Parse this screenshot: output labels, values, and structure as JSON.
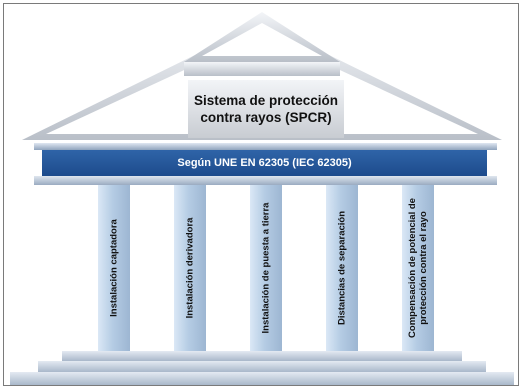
{
  "pediment": {
    "title_line1": "Sistema de protección",
    "title_line2": "contra rayos (SPCR)"
  },
  "band": {
    "label": "Según UNE EN 62305 (IEC 62305)"
  },
  "columns": [
    {
      "label": "Instalación captadora"
    },
    {
      "label": "Instalación derivadora"
    },
    {
      "label": "Instalación de puesta a tierra"
    },
    {
      "label": "Distancias de separación"
    },
    {
      "label_line1": "Compensación de potencial de",
      "label_line2": "protección contra el rayo"
    }
  ],
  "colors": {
    "band": "#1d4b8c",
    "column": "#b5cce4",
    "roof": "#c8ccd2"
  }
}
